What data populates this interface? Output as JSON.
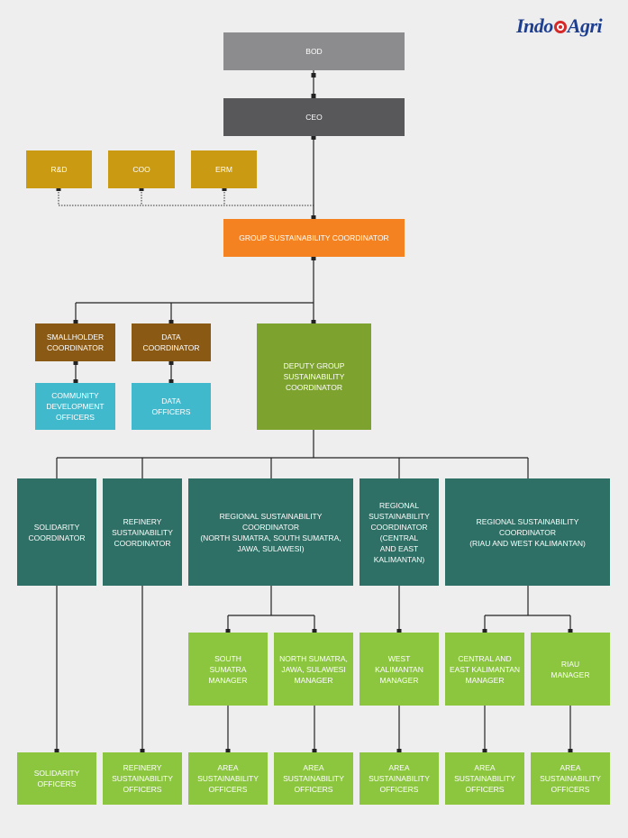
{
  "logo": {
    "part1": "Indo",
    "part2": "Agri"
  },
  "nodes": {
    "bod": "BOD",
    "ceo": "CEO",
    "rnd": "R&D",
    "coo": "COO",
    "erm": "ERM",
    "gsc": "GROUP SUSTAINABILITY COORDINATOR",
    "smallholder": "SMALLHOLDER\nCOORDINATOR",
    "data_coord": "DATA\nCOORDINATOR",
    "deputy": "DEPUTY GROUP\nSUSTAINABILITY\nCOORDINATOR",
    "cdo": "COMMUNITY\nDEVELOPMENT\nOFFICERS",
    "data_officers": "DATA\nOFFICERS",
    "solidarity_coord": "SOLIDARITY\nCOORDINATOR",
    "refinery_coord": "REFINERY\nSUSTAINABILITY\nCOORDINATOR",
    "rsc_north": "REGIONAL SUSTAINABILITY\nCOORDINATOR\n(NORTH SUMATRA, SOUTH SUMATRA,\nJAWA, SULAWESI)",
    "rsc_central": "REGIONAL\nSUSTAINABILITY\nCOORDINATOR\n(CENTRAL\nAND EAST\nKALIMANTAN)",
    "rsc_riau": "REGIONAL SUSTAINABILITY\nCOORDINATOR\n(RIAU AND WEST KALIMANTAN)",
    "south_sumatra_mgr": "SOUTH\nSUMATRA\nMANAGER",
    "north_sumatra_mgr": "NORTH SUMATRA,\nJAWA, SULAWESI\nMANAGER",
    "west_kal_mgr": "WEST\nKALIMANTAN\nMANAGER",
    "central_east_mgr": "CENTRAL AND\nEAST KALIMANTAN\nMANAGER",
    "riau_mgr": "RIAU\nMANAGER",
    "solidarity_officers": "SOLIDARITY\nOFFICERS",
    "refinery_officers": "REFINERY\nSUSTAINABILITY\nOFFICERS",
    "area_officers_1": "AREA\nSUSTAINABILITY\nOFFICERS",
    "area_officers_2": "AREA\nSUSTAINABILITY\nOFFICERS",
    "area_officers_3": "AREA\nSUSTAINABILITY\nOFFICERS",
    "area_officers_4": "AREA\nSUSTAINABILITY\nOFFICERS",
    "area_officers_5": "AREA\nSUSTAINABILITY\nOFFICERS"
  },
  "colors": {
    "bod": "#8c8c8e",
    "ceo": "#58585a",
    "support": "#c99a12",
    "gsc": "#f58220",
    "brown": "#8a5a14",
    "cyan": "#41b9cd",
    "olive": "#7da32e",
    "teal": "#2e7065",
    "lightgreen": "#8cc63f"
  }
}
